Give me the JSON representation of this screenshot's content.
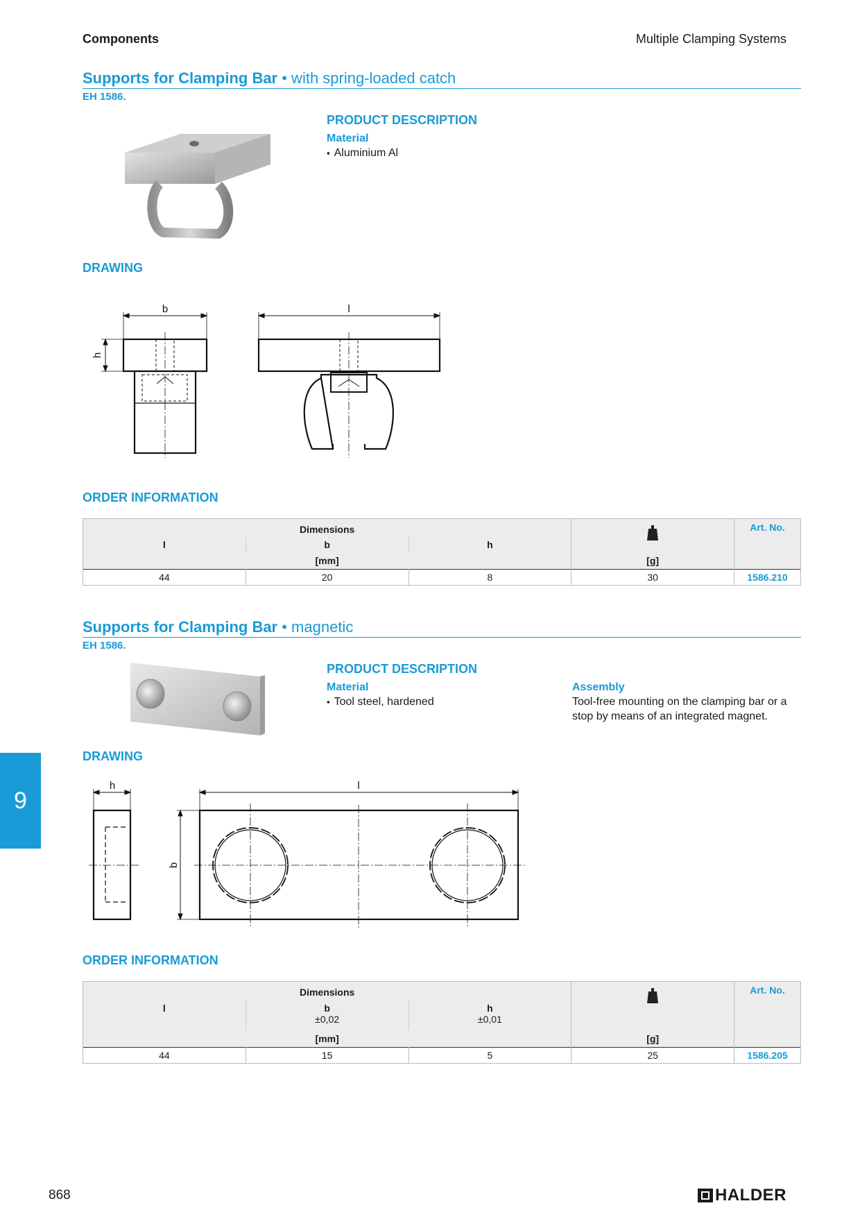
{
  "header": {
    "left": "Components",
    "right": "Multiple Clamping Systems"
  },
  "sections": [
    {
      "title_bold": "Supports for Clamping Bar",
      "title_rest": " • with spring-loaded catch",
      "code": "EH 1586.",
      "desc_heading": "PRODUCT DESCRIPTION",
      "material_label": "Material",
      "material_value": "Aluminium Al",
      "drawing_heading": "DRAWING",
      "drawing_labels": {
        "b": "b",
        "l": "l",
        "h": "h"
      },
      "order_heading": "ORDER INFORMATION",
      "table": {
        "dimensions": "Dimensions",
        "col_l": "l",
        "col_b": "b",
        "col_h": "h",
        "unit_mm": "[mm]",
        "unit_g": "[g]",
        "art_no": "Art. No.",
        "row": {
          "l": "44",
          "b": "20",
          "h": "8",
          "g": "30",
          "art": "1586.210"
        }
      }
    },
    {
      "title_bold": "Supports for Clamping Bar",
      "title_rest": " • magnetic",
      "code": "EH 1586.",
      "desc_heading": "PRODUCT DESCRIPTION",
      "material_label": "Material",
      "material_value": "Tool steel, hardened",
      "assembly_label": "Assembly",
      "assembly_value": "Tool-free mounting on the clamping bar or a stop by means of an integrated magnet.",
      "drawing_heading": "DRAWING",
      "drawing_labels": {
        "h": "h",
        "l": "l",
        "b": "b"
      },
      "order_heading": "ORDER INFORMATION",
      "table": {
        "dimensions": "Dimensions",
        "col_l": "l",
        "col_b": "b",
        "col_h": "h",
        "tol_b": "±0,02",
        "tol_h": "±0,01",
        "unit_mm": "[mm]",
        "unit_g": "[g]",
        "art_no": "Art. No.",
        "row": {
          "l": "44",
          "b": "15",
          "h": "5",
          "g": "25",
          "art": "1586.205"
        }
      }
    }
  ],
  "side_tab": "9",
  "page_number": "868",
  "brand": "HALDER",
  "colors": {
    "accent": "#1a9ad6"
  },
  "icons": {
    "weight": "weight-icon",
    "logo": "halder-logo-icon"
  }
}
